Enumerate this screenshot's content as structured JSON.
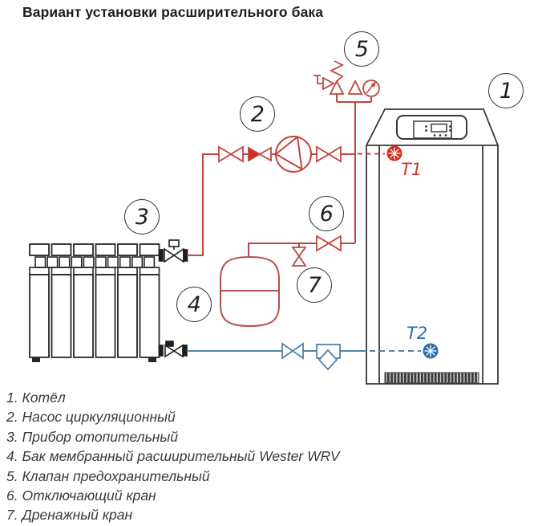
{
  "title": "Вариант установки расширительного бака",
  "diagram": {
    "callouts": {
      "c1": "1",
      "c2": "2",
      "c3": "3",
      "c4": "4",
      "c5": "5",
      "c6": "6",
      "c7": "7"
    },
    "sensor_labels": {
      "t1": "T1",
      "t2": "T2"
    }
  },
  "legend": {
    "items": [
      "1. Котёл",
      "2. Насос циркуляционный",
      "3. Прибор отопительный",
      "4. Бак мембранный расширительный Wester WRV",
      "5. Клапан предохранительный",
      "6. Отключающий кран",
      "7. Дренажный кран"
    ]
  },
  "colors": {
    "hot_pipe": "#c0453e",
    "cold_pipe": "#5581a8",
    "tank_outline": "#b5524e",
    "check_valve_fill": "#cf2e26",
    "sensor_hot": "#d42a20",
    "sensor_cold": "#2a6cae",
    "line_art": "#383838"
  }
}
